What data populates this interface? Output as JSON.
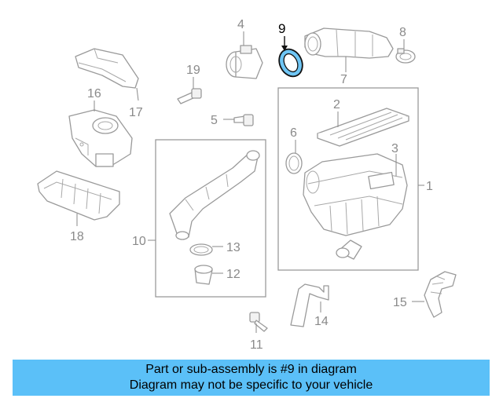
{
  "diagram": {
    "callouts": {
      "p1": "1",
      "p2": "2",
      "p3": "3",
      "p4": "4",
      "p5": "5",
      "p6": "6",
      "p7": "7",
      "p8": "8",
      "p9": "9",
      "p10": "10",
      "p11": "11",
      "p12": "12",
      "p13": "13",
      "p14": "14",
      "p15": "15",
      "p16": "16",
      "p17": "17",
      "p18": "18",
      "p19": "19"
    },
    "highlighted_part": "9",
    "highlight_color": "#4aa3df",
    "banner_color": "#5bc0f8"
  },
  "banner": {
    "line1": "Part or sub-assembly is #9 in diagram",
    "line2": "Diagram may not be specific to your vehicle"
  }
}
